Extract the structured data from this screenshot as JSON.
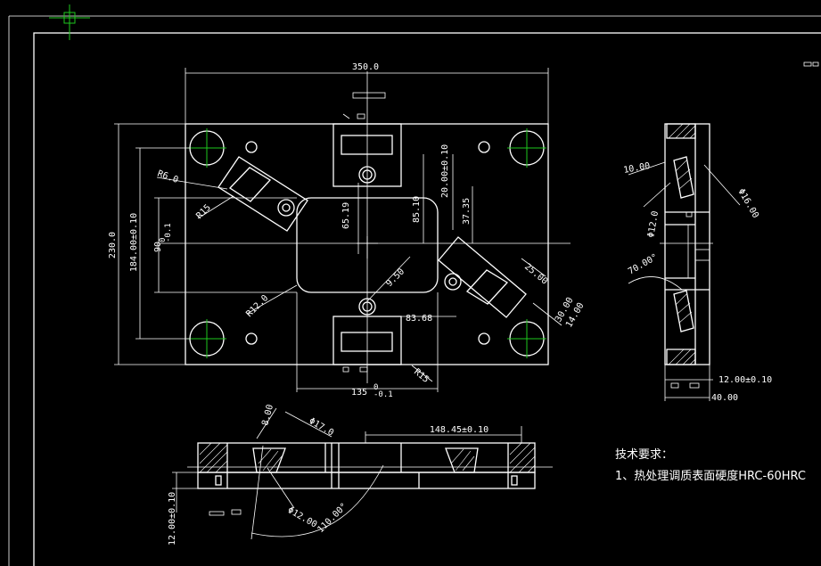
{
  "canvas": {
    "background": "#000000",
    "line_color": "#ffffff",
    "centerline_color": "#1ec81e"
  },
  "plan_view": {
    "dims": {
      "overall_width": "350.0",
      "overall_height": "230.0",
      "hole_span_vertical": "184.00±0.10",
      "pocket_height": "90",
      "pocket_height_tol_upper": "0",
      "pocket_height_tol_lower": "-0.1",
      "pocket_width": "135",
      "pocket_width_tol_upper": "0",
      "pocket_width_tol_lower": "-0.1",
      "radius_r60": "R6.0",
      "radius_r15_upper": "R15",
      "radius_r120": "R12.0",
      "radius_r15_lower": "R15",
      "slot_offset_65": "65.19",
      "slot_offset_85": "85.10",
      "slot_20": "20.00±0.10",
      "slot_37": "37.35",
      "angle_950": "9.50",
      "dist_8368": "83.68",
      "slide_25": "25.00",
      "slide_30": "30.00",
      "slide_14": "14.00"
    }
  },
  "side_view": {
    "dims": {
      "d_10": "10.00",
      "d_dia16": "Φ16.00",
      "d_dia12": "Φ12.0",
      "angle_70": "70.00°",
      "d_12": "12.00±0.10",
      "d_40": "40.00"
    }
  },
  "section_view": {
    "dims": {
      "d_8": "8.00",
      "d_dia17": "Φ17.0",
      "d_14845": "148.45±0.10",
      "d_dia12": "Φ12.00",
      "angle_110": "110.00°",
      "d_12": "12.00±0.10"
    }
  },
  "notes": {
    "title": "技术要求：",
    "item1": "1、热处理调质表面硬度HRC-60HRC"
  }
}
